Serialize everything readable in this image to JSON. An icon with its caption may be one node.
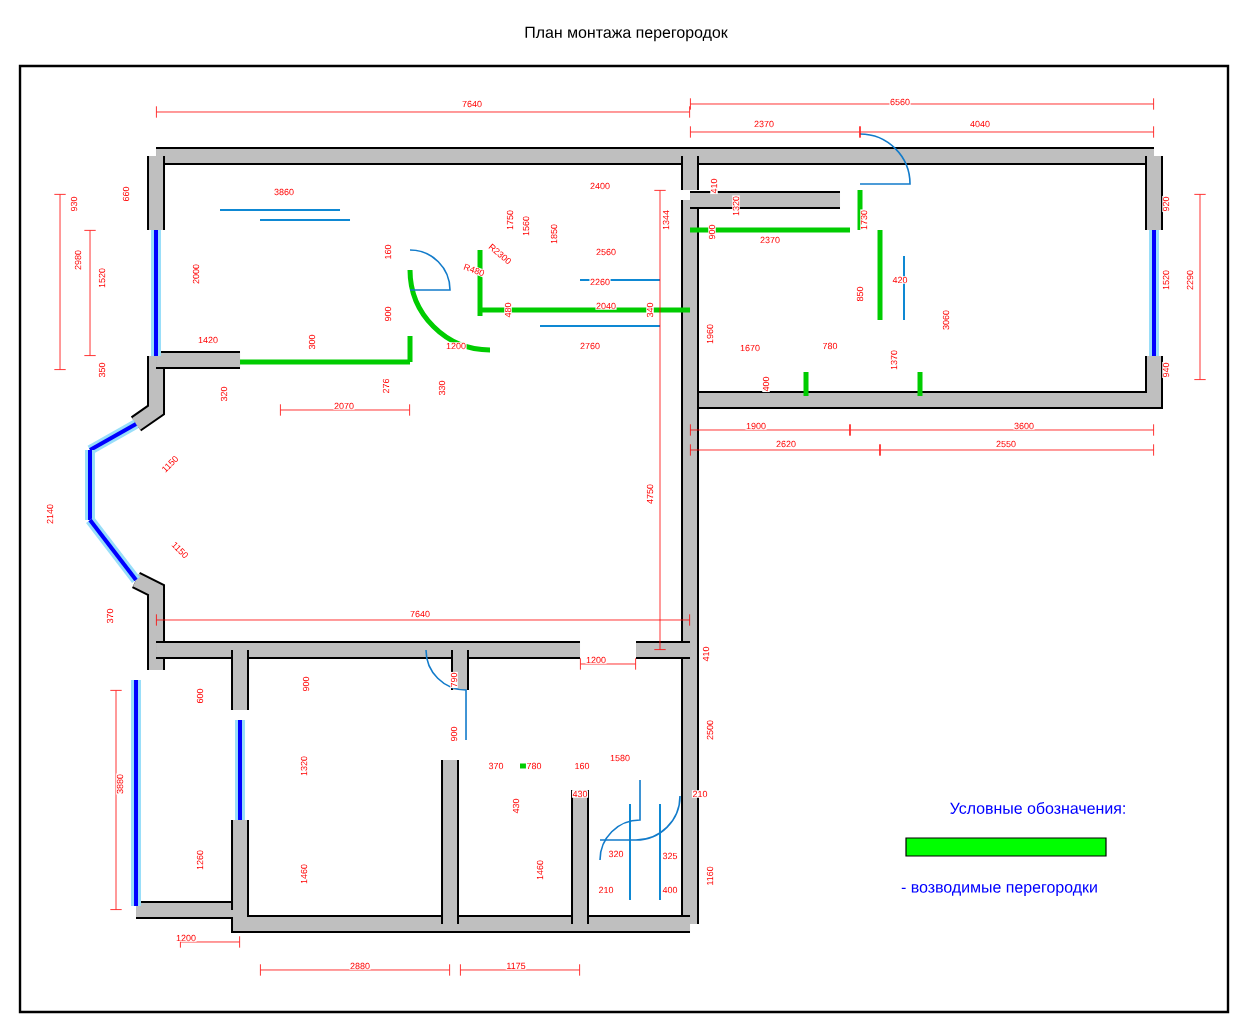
{
  "diagram": {
    "title": "План монтажа перегородок",
    "labels": [
      "7640",
      "6560",
      "2370",
      "4040",
      "2400",
      "3860",
      "930",
      "660",
      "410",
      "1320",
      "920",
      "1750",
      "1560",
      "1850",
      "1344",
      "1730",
      "900",
      "2370",
      "160",
      "R2300",
      "2560",
      "2980",
      "1520",
      "2000",
      "R480",
      "2260",
      "1520",
      "2290",
      "420",
      "850",
      "900",
      "480",
      "2040",
      "340",
      "3060",
      "1960",
      "1420",
      "300",
      "1200",
      "2760",
      "1670",
      "780",
      "1370",
      "350",
      "940",
      "276",
      "330",
      "400",
      "320",
      "2070",
      "1900",
      "3600",
      "2620",
      "2550",
      "1150",
      "4750",
      "2140",
      "1150",
      "7640",
      "370",
      "410",
      "1200",
      "900",
      "790",
      "600",
      "900",
      "2500",
      "1580",
      "370",
      "780",
      "160",
      "1320",
      "3880",
      "430",
      "210",
      "430",
      "320",
      "325",
      "1260",
      "1460",
      "1460",
      "1160",
      "210",
      "400",
      "1200",
      "2880",
      "1175",
      "Условные обозначения:"
    ],
    "legend": [
      {
        "text": "- возводимые перегородки",
        "color": "#00ff00"
      }
    ]
  }
}
